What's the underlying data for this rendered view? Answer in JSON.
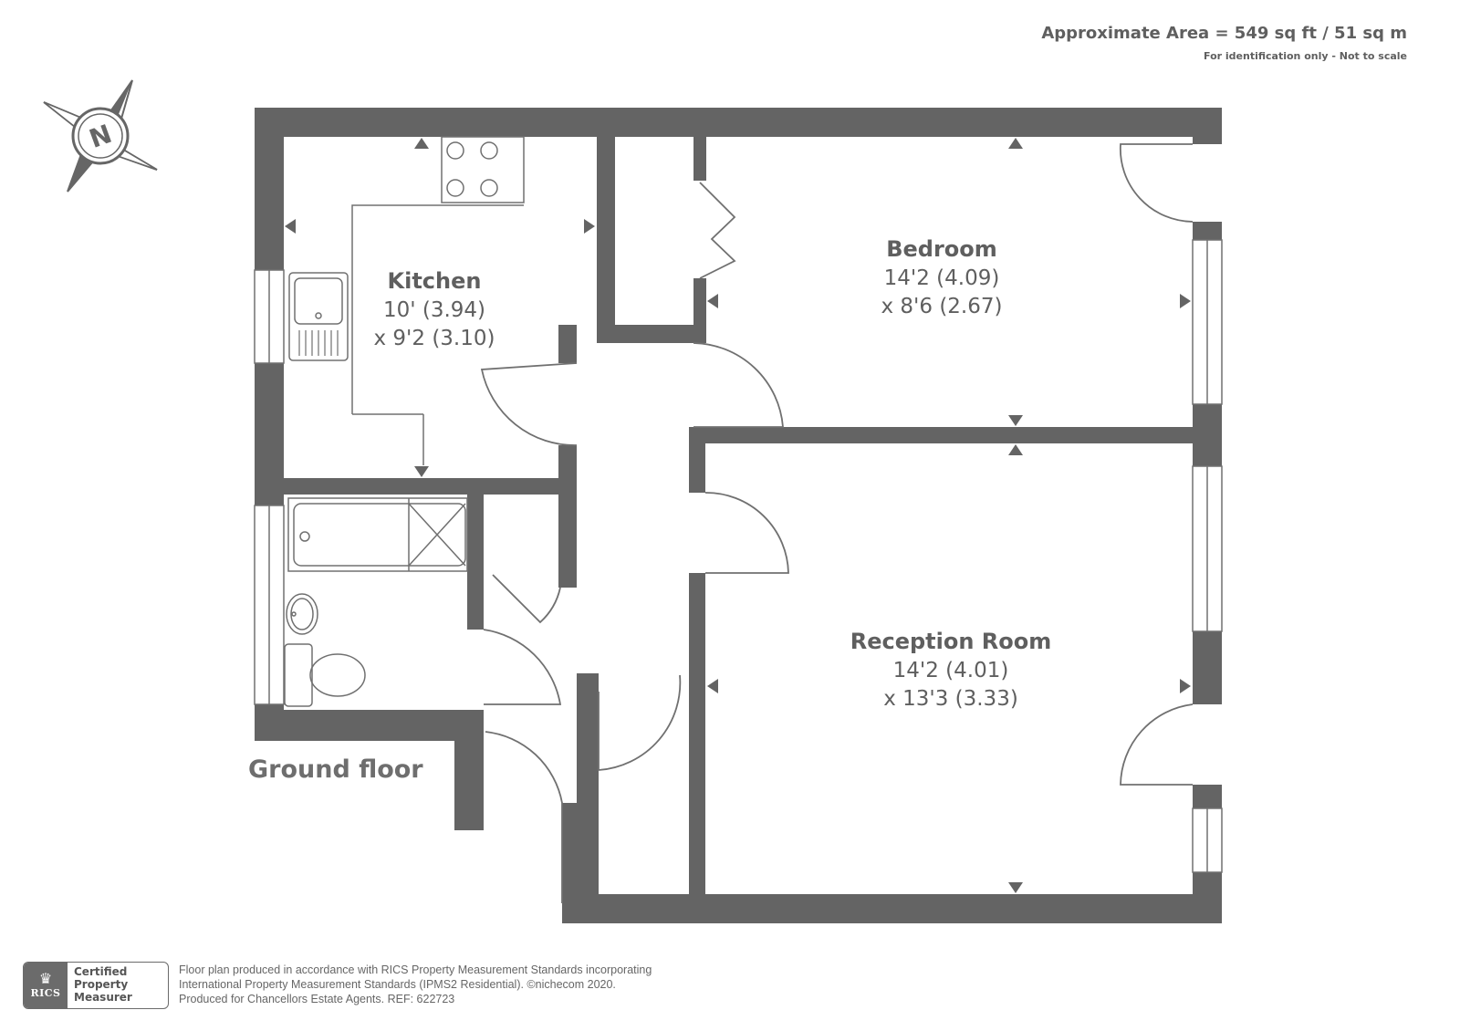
{
  "header": {
    "area": "Approximate Area = 549 sq ft / 51 sq m",
    "note": "For identification only - Not to scale"
  },
  "compass": {
    "letter": "N",
    "icon": "compass-rose-icon"
  },
  "rooms": {
    "kitchen": {
      "name": "Kitchen",
      "dim1": "10' (3.94)",
      "dim2": "x 9'2 (3.10)"
    },
    "bedroom": {
      "name": "Bedroom",
      "dim1": "14'2 (4.09)",
      "dim2": "x 8'6 (2.67)"
    },
    "reception": {
      "name": "Reception Room",
      "dim1": "14'2 (4.01)",
      "dim2": "x 13'3 (3.33)"
    }
  },
  "floor_label": "Ground floor",
  "badge": {
    "logo_text": "RICS",
    "line1": "Certified",
    "line2": "Property",
    "line3": "Measurer"
  },
  "footer": {
    "line1": "Floor plan produced in accordance with RICS Property Measurement Standards incorporating",
    "line2": "International Property Measurement Standards (IPMS2 Residential).   ©nichecom 2020.",
    "line3": "Produced for Chancellors Estate Agents.   REF:  622723"
  },
  "colors": {
    "wall": "#646464",
    "text": "#5f5f5f",
    "line": "#707070"
  }
}
